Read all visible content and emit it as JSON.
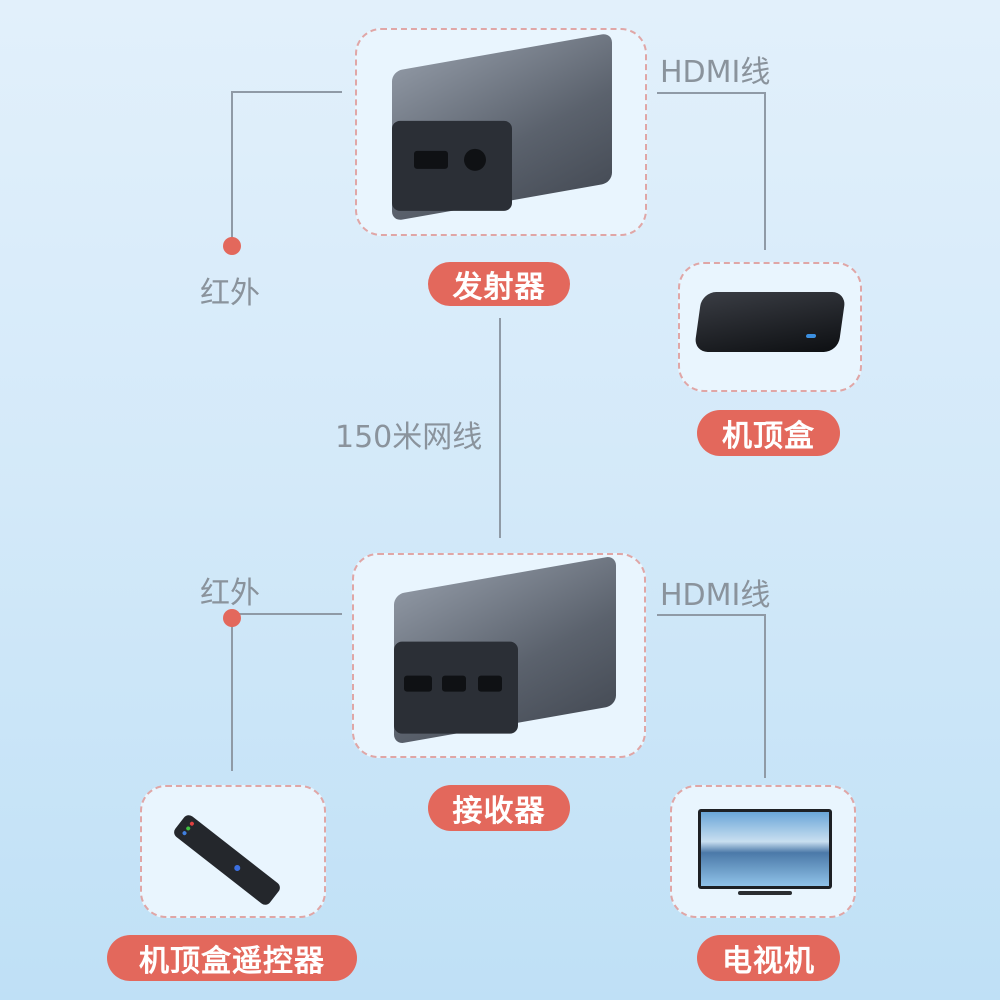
{
  "transmitter": {
    "label": "发射器"
  },
  "receiver": {
    "label": "接收器"
  },
  "settop": {
    "label": "机顶盒"
  },
  "remote": {
    "label": "机顶盒遥控器"
  },
  "tv": {
    "label": "电视机"
  },
  "connections": {
    "ir_top": "红外",
    "hdmi_top": "HDMI线",
    "network": "150米网线",
    "ir_bottom": "红外",
    "hdmi_bottom": "HDMI线"
  },
  "colors": {
    "accent": "#e3685c",
    "line": "#8f9aa6",
    "border": "#e0a6a6"
  }
}
